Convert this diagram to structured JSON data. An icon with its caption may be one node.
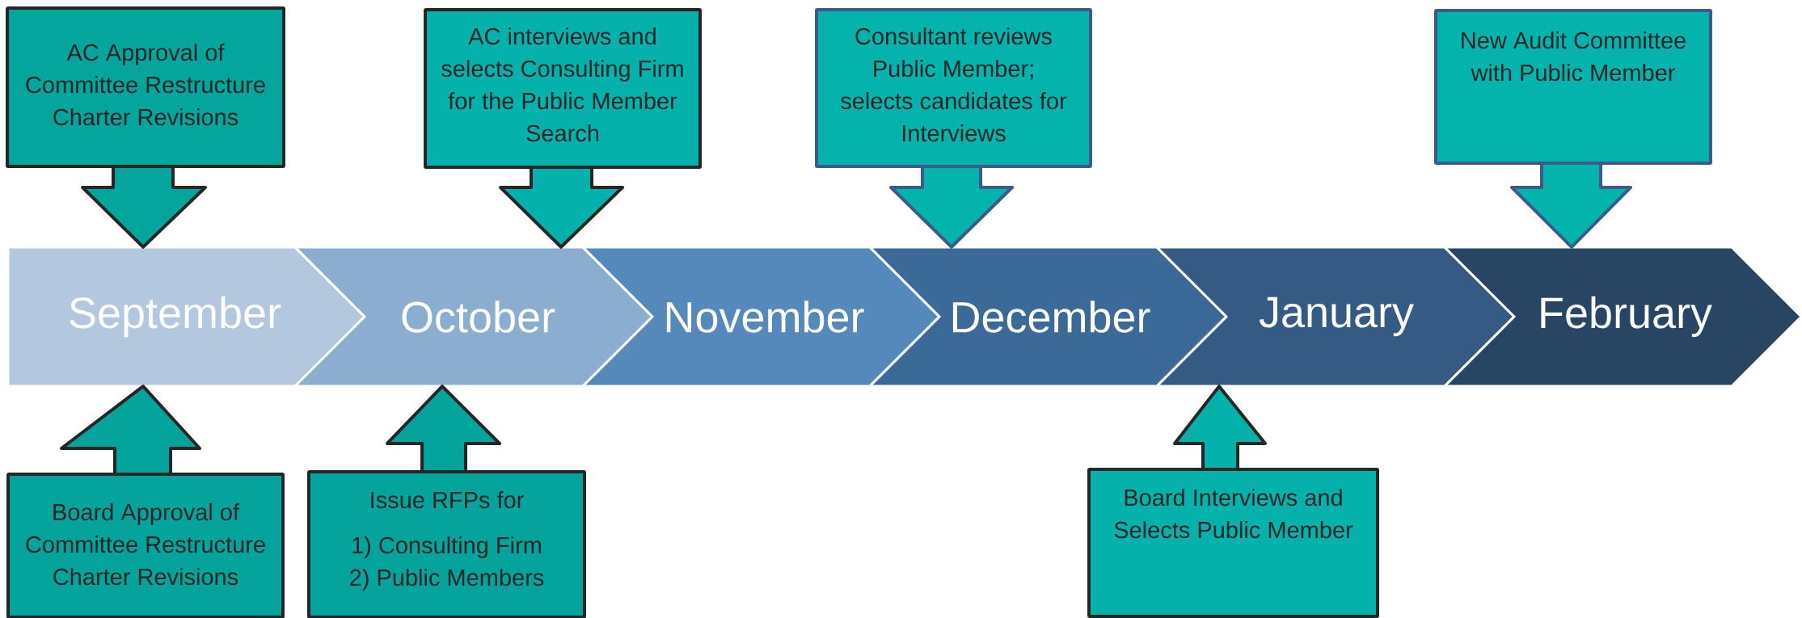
{
  "diagram": {
    "nodes": [
      {
        "text": [
          "September"
        ]
      },
      {
        "text": [
          "October"
        ]
      },
      {
        "text": [
          "November"
        ]
      },
      {
        "text": [
          "December"
        ]
      },
      {
        "text": [
          "January"
        ]
      },
      {
        "text": [
          "February"
        ]
      },
      {
        "text": [
          "AC Approval of Committee Restructure Charter Revisions"
        ]
      },
      {
        "text": [
          "AC interviews and selects Consulting Firm for the Public Member Search"
        ]
      },
      {
        "text": [
          "Consultant reviews Public Member; selects candidates for Interviews"
        ]
      },
      {
        "text": [
          "New Audit Committee with Public Member"
        ]
      },
      {
        "text": [
          "Board Approval of Committee Restructure Charter Revisions"
        ]
      },
      {
        "text": [
          "Issue RFPs for",
          "1) Consulting Firm",
          "2) Public Members"
        ]
      },
      {
        "text": [
          "Board Interviews and Selects Public Member"
        ]
      }
    ],
    "edges": [
      {
        "from": 6,
        "to": 0,
        "arrow": "to"
      },
      {
        "from": 7,
        "to": 1,
        "arrow": "to"
      },
      {
        "from": 8,
        "to": 3,
        "arrow": "to",
        "color": "#3a5b8b"
      },
      {
        "from": 9,
        "to": 5,
        "arrow": "to",
        "color": "#3a5b8b"
      },
      {
        "from": 10,
        "to": 0,
        "arrow": "to"
      },
      {
        "from": 11,
        "to": 1,
        "arrow": "to"
      },
      {
        "from": 12,
        "to": 4,
        "arrow": "to"
      }
    ]
  }
}
